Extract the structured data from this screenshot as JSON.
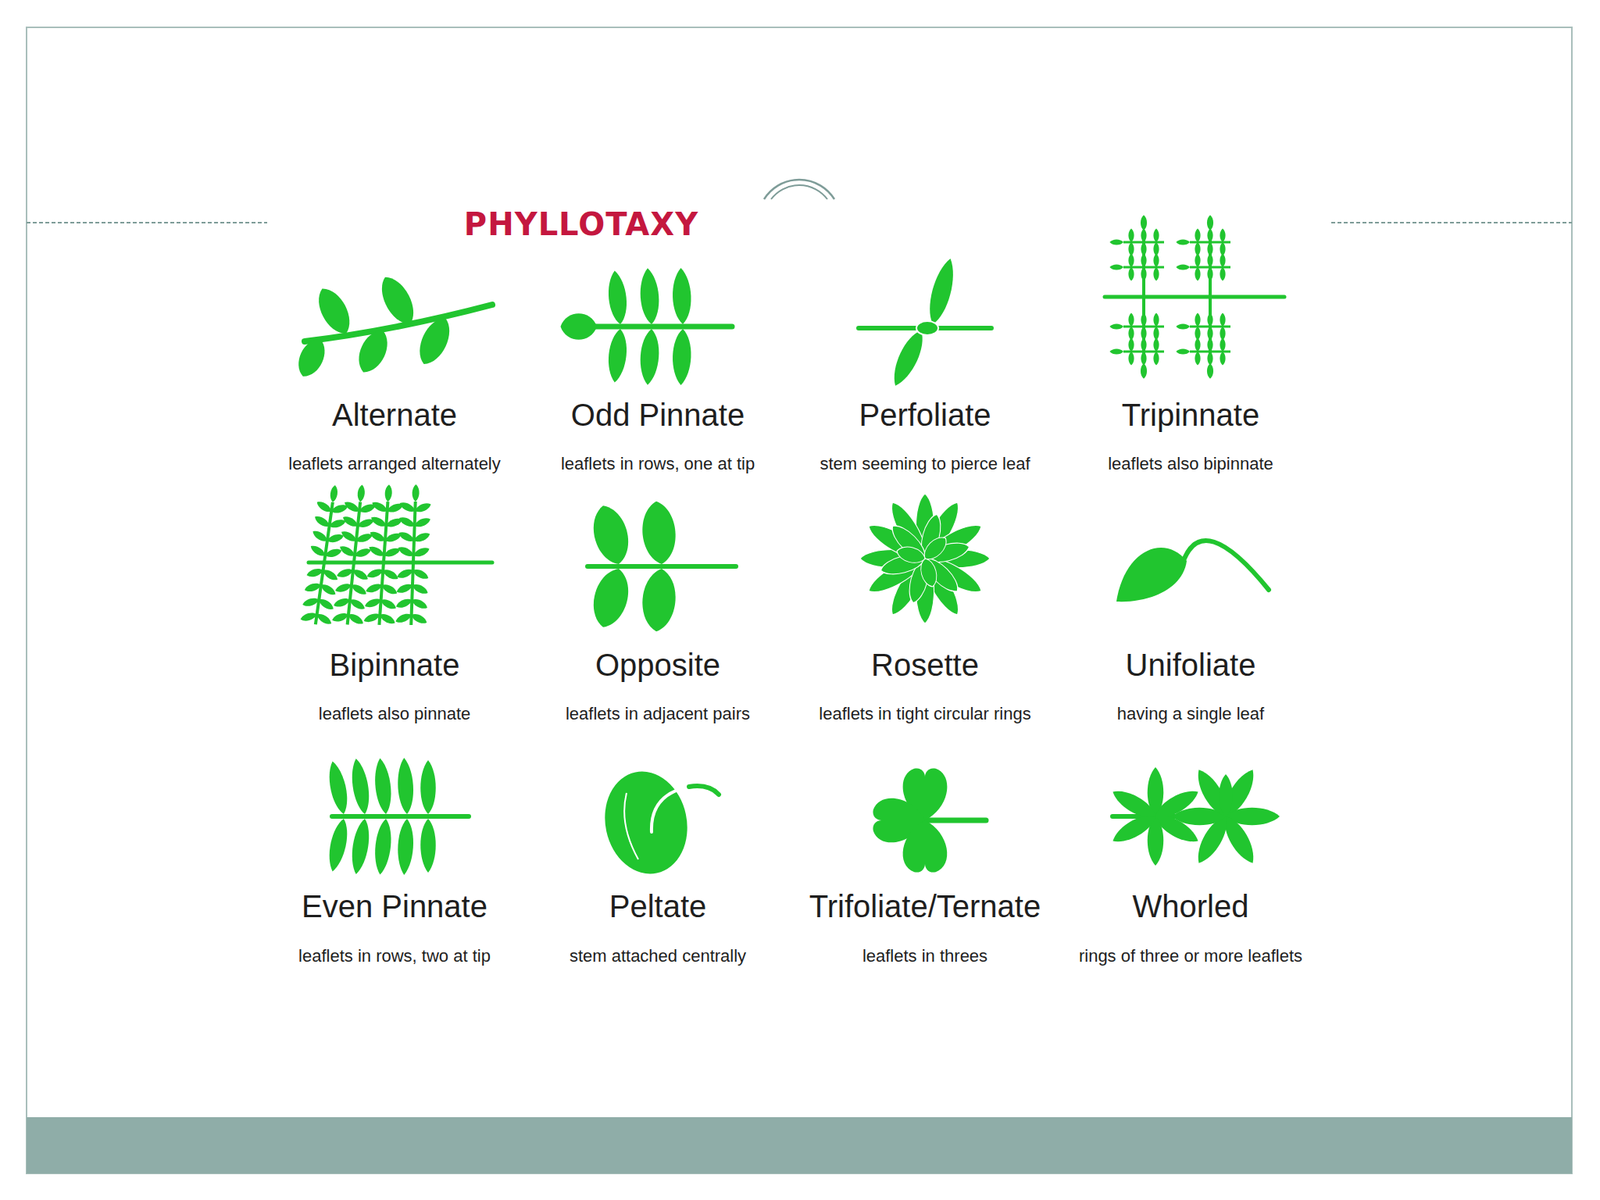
{
  "diagram": {
    "title": "PHYLLOTAXY",
    "labels": [
      "Alternate",
      "leaflets arranged alternately",
      "Odd Pinnate",
      "leaflets in rows, one at tip",
      "Perfoliate",
      "stem seeming to pierce leaf",
      "Tripinnate",
      "leaflets also bipinnate",
      "Bipinnate",
      "leaflets also pinnate",
      "Opposite",
      "leaflets in adjacent pairs",
      "Rosette",
      "leaflets in tight circular rings",
      "Unifoliate",
      "having a single leaf",
      "Even Pinnate",
      "leaflets in rows, two at tip",
      "Peltate",
      "stem attached centrally",
      "Trifoliate/Ternate",
      "leaflets in threes",
      "Whorled",
      "rings of three or more leaflets"
    ]
  }
}
